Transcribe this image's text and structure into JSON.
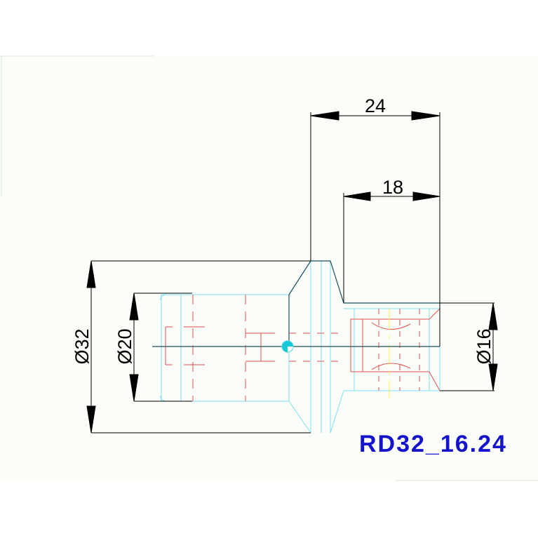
{
  "dimensions": {
    "overall_length": "24",
    "shank_length": "18",
    "outer_diameter": "Ø32",
    "bore_diameter": "Ø20",
    "shank_diameter": "Ø16"
  },
  "part_label": "RD32_16.24",
  "colors": {
    "background": "#ffffff",
    "paper": "#fbfdf8",
    "outline": "#1a4f5e",
    "dimension": "#000000",
    "cyan": "#7fe0ee",
    "red": "#e05050",
    "yellow": "#ffee55",
    "label": "#1414cc"
  }
}
